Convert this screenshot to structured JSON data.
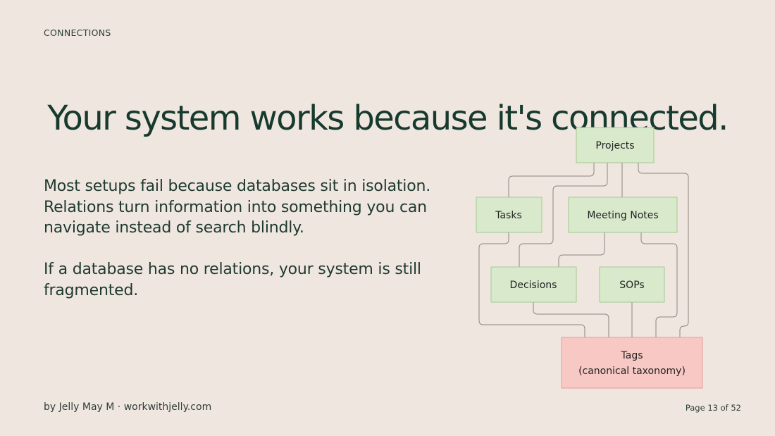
{
  "slide": {
    "section_label": "CONNECTIONS",
    "title": "Your system works because it's connected.",
    "paragraphs": [
      "Most setups fail because databases sit in isolation. Relations turn information into something you can navigate instead of search blindly.",
      "If a database has no relations, your system is still fragmented."
    ],
    "footer_left": "by Jelly May M · workwithjelly.com",
    "footer_right": "Page 13 of 52"
  },
  "diagram": {
    "nodes": {
      "projects": {
        "label": "Projects"
      },
      "tasks": {
        "label": "Tasks"
      },
      "meeting_notes": {
        "label": "Meeting Notes"
      },
      "decisions": {
        "label": "Decisions"
      },
      "sops": {
        "label": "SOPs"
      },
      "tags": {
        "label": "Tags",
        "sublabel": "(canonical taxonomy)"
      }
    },
    "colors": {
      "entity_fill": "#d8e9cc",
      "hub_fill": "#f8c8c4"
    }
  }
}
